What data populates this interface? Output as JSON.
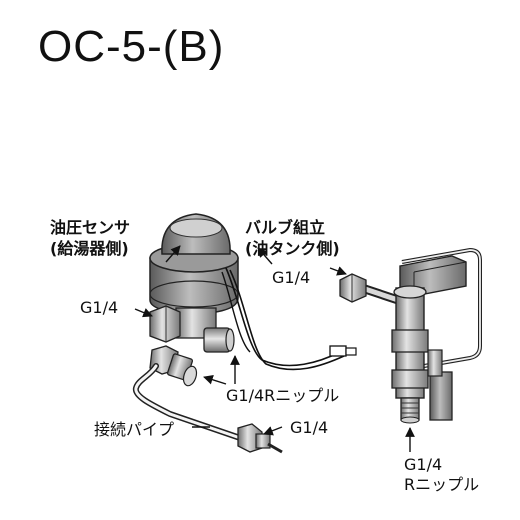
{
  "title": "OC-5-(B)",
  "labels": {
    "oil_pressure_sensor_line1": "油圧センサ",
    "oil_pressure_sensor_line2": "(給湯器側)",
    "valve_assembly_line1": "バルブ組立",
    "valve_assembly_line2": "(油タンク側)",
    "g14_top_right": "G1/4",
    "g14_left": "G1/4",
    "g14r_nipple_mid": "G1/4Rニップル",
    "connection_pipe": "接続パイプ",
    "g14_pipe_end": "G1/4",
    "g14_bottom_line1": "G1/4",
    "g14_bottom_line2": "Rニップル"
  }
}
